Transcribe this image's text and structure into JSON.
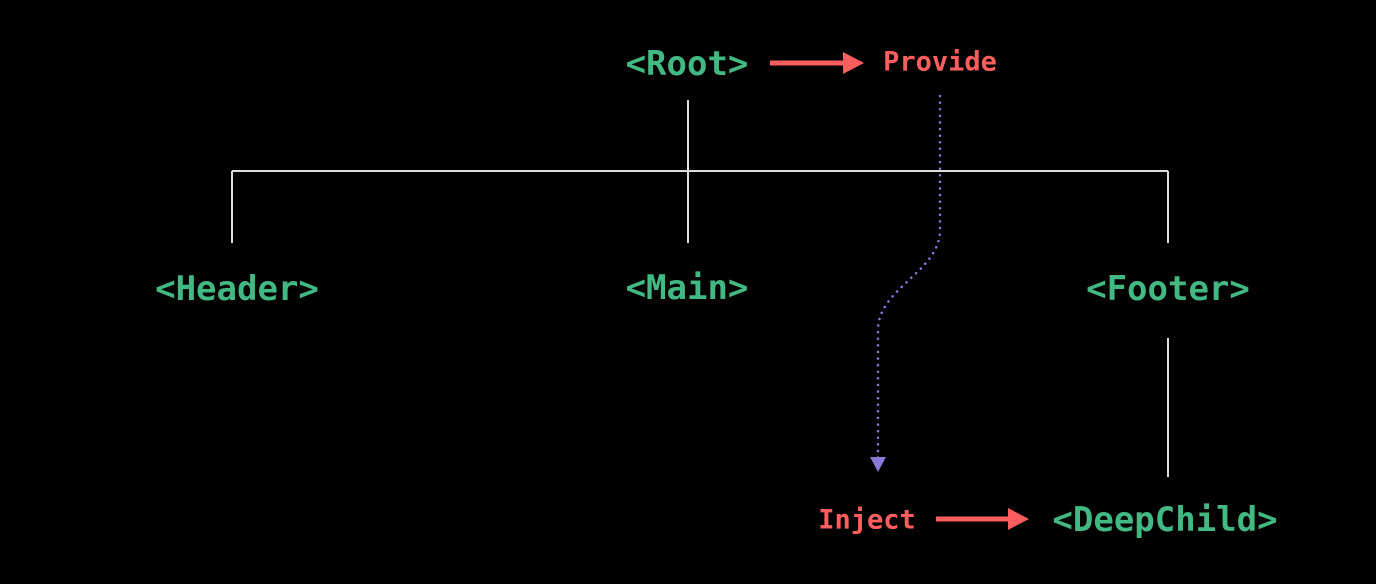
{
  "diagram": {
    "type": "component-tree-provide-inject",
    "nodes": {
      "root": {
        "label": "<Root>"
      },
      "header": {
        "label": "<Header>"
      },
      "main": {
        "label": "<Main>"
      },
      "footer": {
        "label": "<Footer>"
      },
      "deepchild": {
        "label": "<DeepChild>"
      }
    },
    "annotations": {
      "provide": {
        "label": "Provide"
      },
      "inject": {
        "label": "Inject"
      }
    },
    "edges": [
      {
        "from": "Root",
        "to": "Header",
        "style": "tree-line"
      },
      {
        "from": "Root",
        "to": "Main",
        "style": "tree-line"
      },
      {
        "from": "Root",
        "to": "Footer",
        "style": "tree-line"
      },
      {
        "from": "Footer",
        "to": "DeepChild",
        "style": "tree-line"
      },
      {
        "from": "Root",
        "to": "Provide",
        "style": "solid-arrow"
      },
      {
        "from": "Provide",
        "to": "Inject",
        "style": "dotted-arrow"
      },
      {
        "from": "Inject",
        "to": "DeepChild",
        "style": "solid-arrow"
      }
    ],
    "colors": {
      "node": "#42b883",
      "annotation": "#ff5e5e",
      "flow": "#8a7ad8",
      "tree_line": "#dddddd",
      "background": "#000000"
    }
  }
}
